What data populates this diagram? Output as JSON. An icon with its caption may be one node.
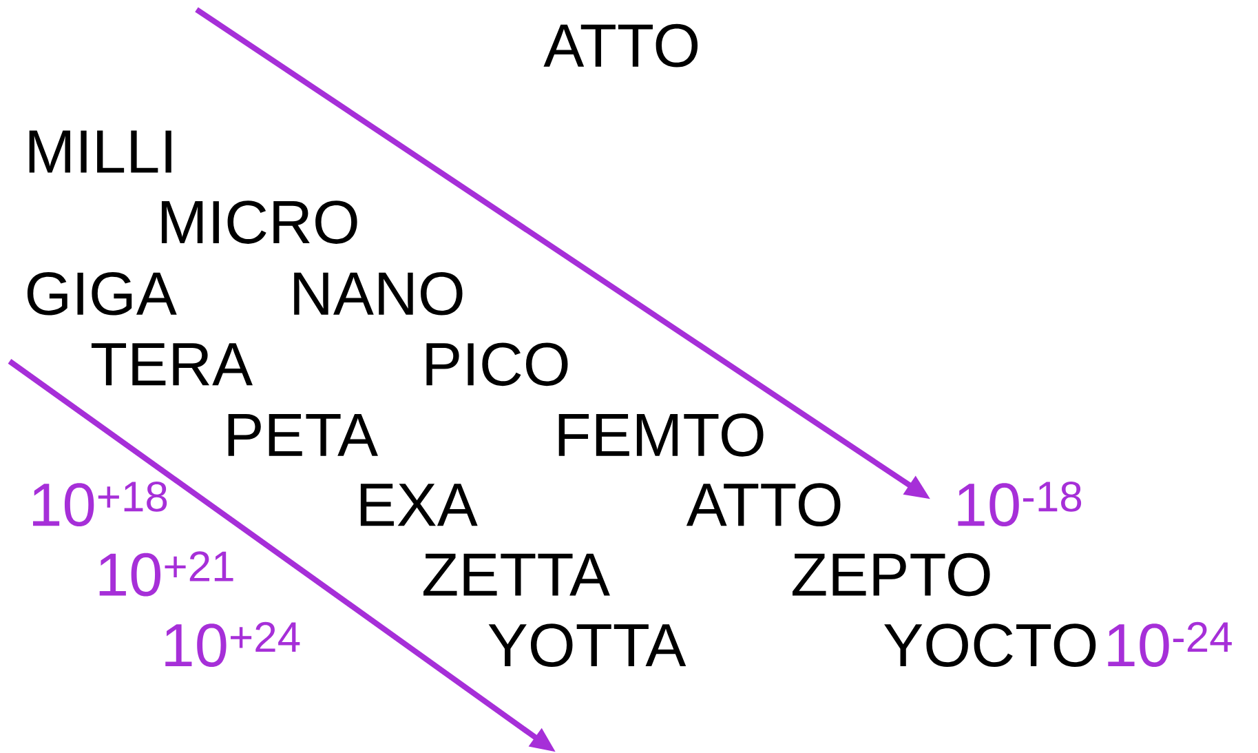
{
  "diagram": {
    "labels": [
      "ATTO",
      "MILLI",
      "MICRO",
      "GIGA",
      "NANO",
      "TERA",
      "PICO",
      "PETA",
      "FEMTO",
      "10$^{+18}$",
      "EXA",
      "ATTO",
      "10$^{-18}$",
      "10$^{+21}$",
      "ZETTA",
      "ZEPTO",
      "10$^{+24}$",
      "YOTTA",
      "YOCTO",
      "10$^{-24}$"
    ]
  }
}
